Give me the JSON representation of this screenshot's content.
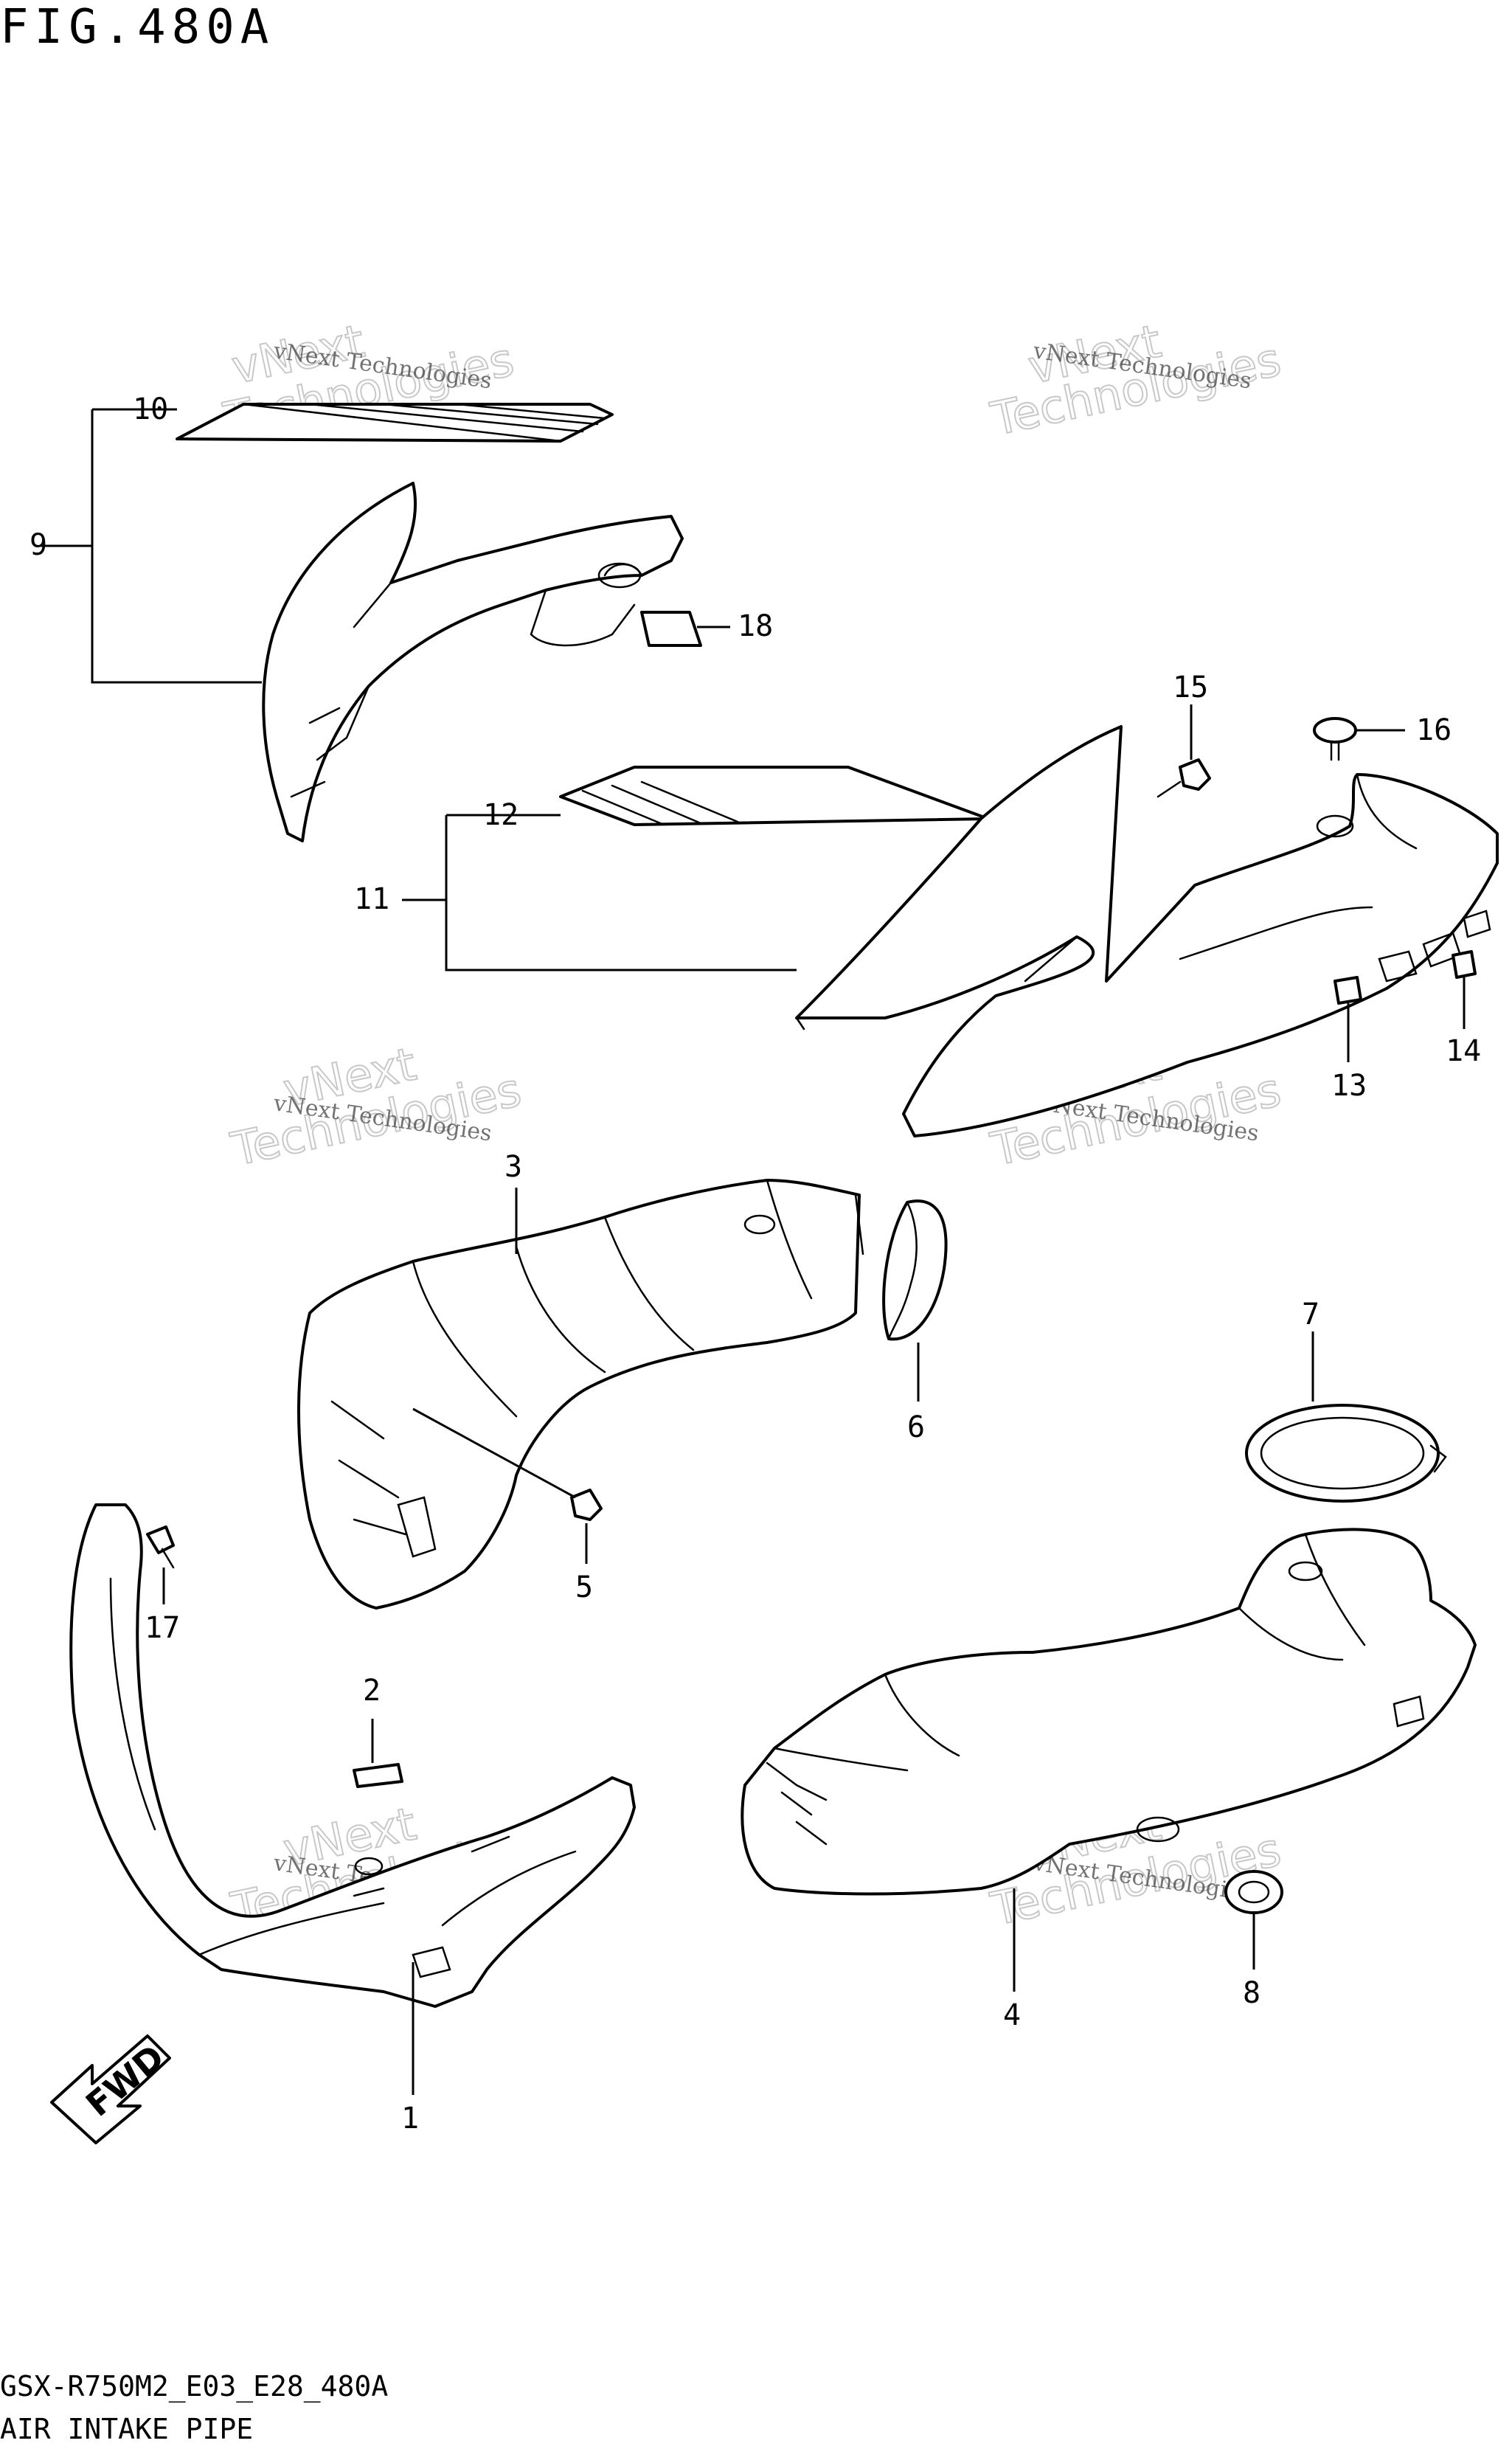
{
  "figure": {
    "title": "FIG.480A",
    "code": "GSX-R750M2_E03_E28_480A",
    "caption": "AIR INTAKE PIPE"
  },
  "watermark": {
    "line1": "vNext Technologies",
    "big_line1": "vNext",
    "big_line2": "Technologies"
  },
  "direction_arrow": {
    "label": "FWD"
  },
  "callouts": {
    "c1": "1",
    "c2": "2",
    "c3": "3",
    "c4": "4",
    "c5": "5",
    "c6": "6",
    "c7": "7",
    "c8": "8",
    "c9": "9",
    "c10": "10",
    "c11": "11",
    "c12": "12",
    "c13": "13",
    "c14": "14",
    "c15": "15",
    "c16": "16",
    "c17": "17",
    "c18": "18"
  },
  "colors": {
    "line": "#000000",
    "background": "#ffffff",
    "watermark": "#bbbbbb"
  }
}
